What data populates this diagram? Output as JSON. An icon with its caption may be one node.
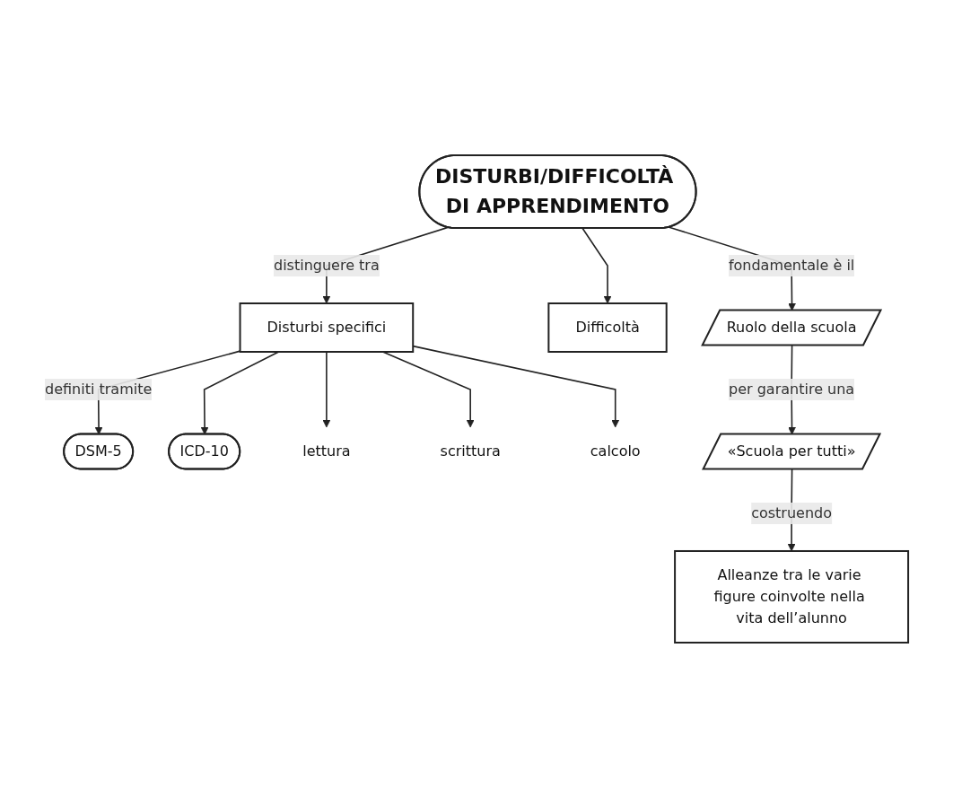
{
  "diagram": {
    "nodes": [
      {
        "text": [
          "DISTURBI/DIFFICOLTÀ DI APPRENDIMENTO"
        ]
      },
      {
        "text": [
          "DSM-5"
        ]
      },
      {
        "text": [
          "Ruolo della scuola"
        ]
      },
      {
        "text": [
          "Disturbi specifici"
        ]
      },
      {
        "text": [
          "Difficoltà"
        ]
      },
      {
        "text": [
          "ICD-10"
        ]
      },
      {
        "text": [
          "«Scuola per tutti»"
        ]
      },
      {
        "text": [
          "lettura"
        ]
      },
      {
        "text": [
          "calcolo"
        ]
      },
      {
        "text": [
          "scrittura"
        ]
      },
      {
        "text": [
          "Alleanze tra le varie figure coinvolte nella vita dell’alunno"
        ]
      }
    ],
    "edges": [
      {
        "from": 0,
        "to": 3,
        "arrow": "to",
        "label": "distinguere tra"
      },
      {
        "from": 0,
        "to": 4,
        "arrow": "to"
      },
      {
        "from": 0,
        "to": 2,
        "arrow": "to",
        "label": "fondamentale è il"
      },
      {
        "from": 3,
        "to": 1,
        "arrow": "to",
        "label": "definiti tramite"
      },
      {
        "from": 3,
        "to": 5,
        "arrow": "to"
      },
      {
        "from": 3,
        "to": 7,
        "arrow": "to"
      },
      {
        "from": 3,
        "to": 9,
        "arrow": "to"
      },
      {
        "from": 3,
        "to": 8,
        "arrow": "to"
      },
      {
        "from": 2,
        "to": 6,
        "arrow": "to",
        "label": "per garantire una"
      },
      {
        "from": 6,
        "to": 10,
        "arrow": "to",
        "label": "costruendo"
      }
    ]
  }
}
